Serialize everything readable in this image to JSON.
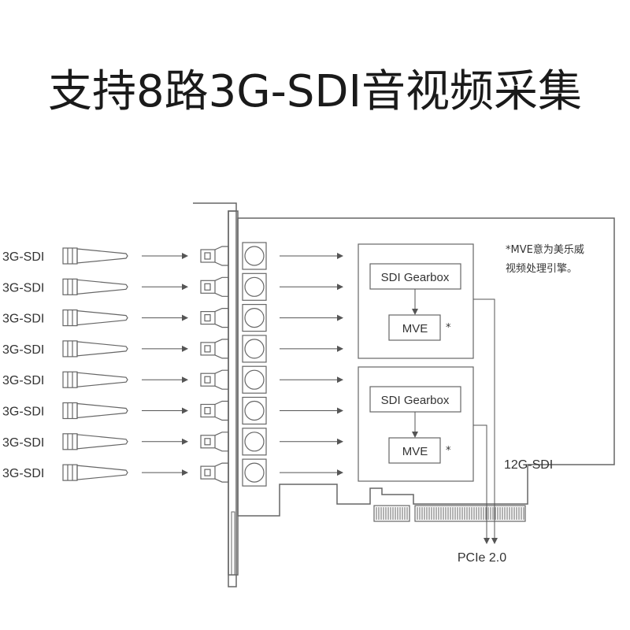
{
  "title": "支持8路3G-SDI音视频采集",
  "inputs": [
    "3G-SDI",
    "3G-SDI",
    "3G-SDI",
    "3G-SDI",
    "3G-SDI",
    "3G-SDI",
    "3G-SDI",
    "3G-SDI"
  ],
  "gearbox_label": "SDI Gearbox",
  "mve_label": "MVE",
  "asterisk": "*",
  "note": [
    "*MVE意为美乐威",
    "视频处理引擎。"
  ],
  "output_12g": "12G-SDI",
  "bus_label": "PCIe 2.0",
  "colors": {
    "line": "#555555",
    "title": "#1a1a1a"
  }
}
